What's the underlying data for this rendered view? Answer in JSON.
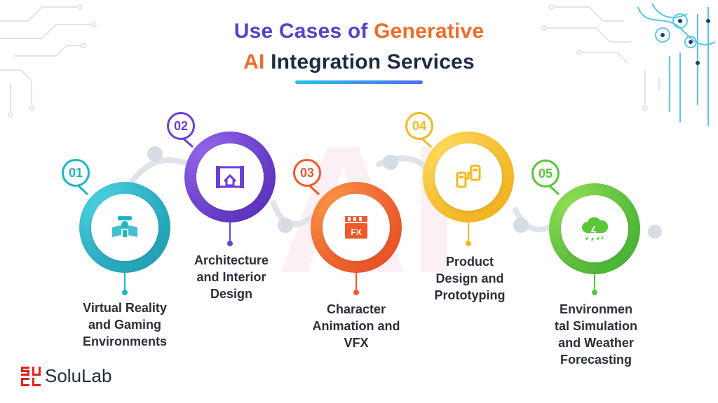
{
  "header": {
    "title_part1": "Use Cases of ",
    "title_part2": "Generative",
    "title_part3": "AI",
    "title_part4": " Integration Services"
  },
  "watermark": "AI",
  "items": [
    {
      "number": "01",
      "label_lines": [
        "Virtual Reality",
        "and Gaming",
        "Environments"
      ],
      "color": "#1fb5c8",
      "icon": "vr-icon"
    },
    {
      "number": "02",
      "label_lines": [
        "Architecture",
        "and Interior",
        "Design"
      ],
      "color": "#6b3fd8",
      "icon": "blueprint-house-icon"
    },
    {
      "number": "03",
      "label_lines": [
        "Character",
        "Animation and",
        "VFX"
      ],
      "color": "#f2592a",
      "icon": "clapperboard-fx-icon"
    },
    {
      "number": "04",
      "label_lines": [
        "Product",
        "Design and",
        "Prototyping"
      ],
      "color": "#f5b81c",
      "icon": "devices-prototype-icon"
    },
    {
      "number": "05",
      "label_lines": [
        "Environmen",
        "tal Simulation",
        "and Weather",
        "Forecasting"
      ],
      "color": "#58c83a",
      "icon": "storm-cloud-icon"
    }
  ],
  "brand": {
    "name": "SoluLab",
    "logo_icon": "solulab-logo-icon"
  }
}
